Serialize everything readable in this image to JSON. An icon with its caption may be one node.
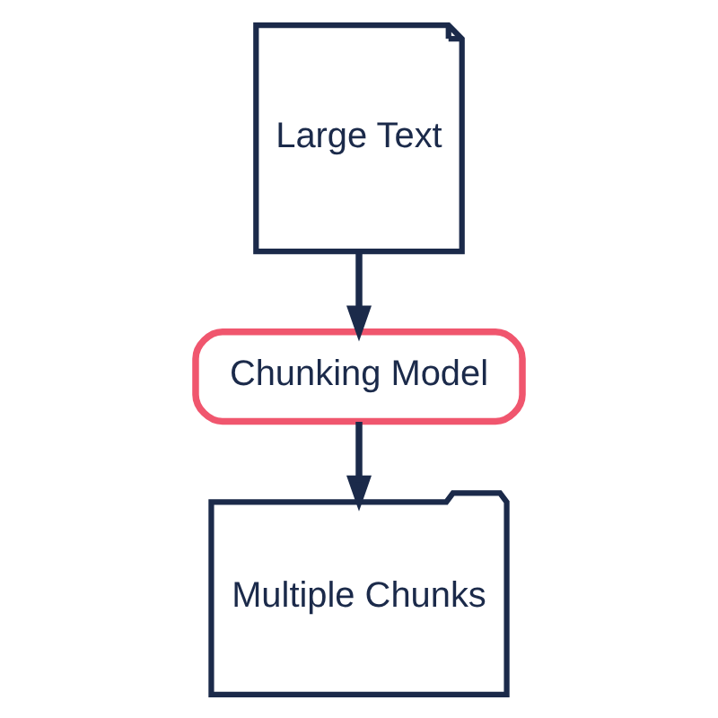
{
  "diagram": {
    "nodes": [
      {
        "text": [
          "Large Text"
        ]
      },
      {
        "text": [
          "Chunking Model"
        ]
      },
      {
        "text": [
          "Multiple Chunks"
        ]
      }
    ],
    "edges": [
      {
        "from": 0,
        "to": 1,
        "arrow": "to"
      },
      {
        "from": 1,
        "to": 2,
        "arrow": "to"
      }
    ]
  }
}
